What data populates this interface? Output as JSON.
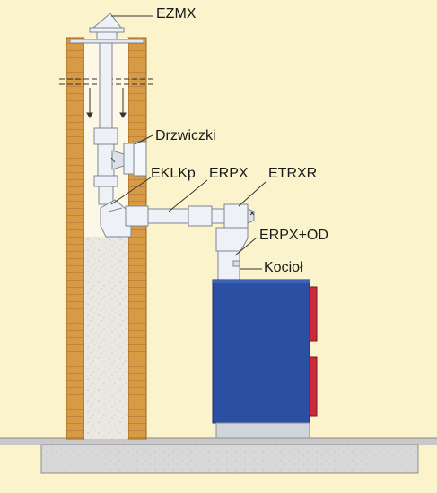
{
  "labels": {
    "ezmx": "EZMX",
    "drzwiczki": "Drzwiczki",
    "eklkp": "EKLKp",
    "erpx": "ERPX",
    "etrxr": "ETRXR",
    "erpx_od": "ERPX+OD",
    "kociol": "Kocioł"
  },
  "colors": {
    "background": "#fbf3cc",
    "chimney_brick": "#d79a45",
    "chimney_brick_dark": "#b57a2e",
    "chimney_fill": "#ebe8e3",
    "pipe": "#eef2f7",
    "pipe_outline": "#7d8594",
    "boiler_body": "#2b50a3",
    "boiler_accent": "#cc2a3a",
    "base_plate": "#d0d5dc",
    "floor": "#d8d8d8"
  }
}
